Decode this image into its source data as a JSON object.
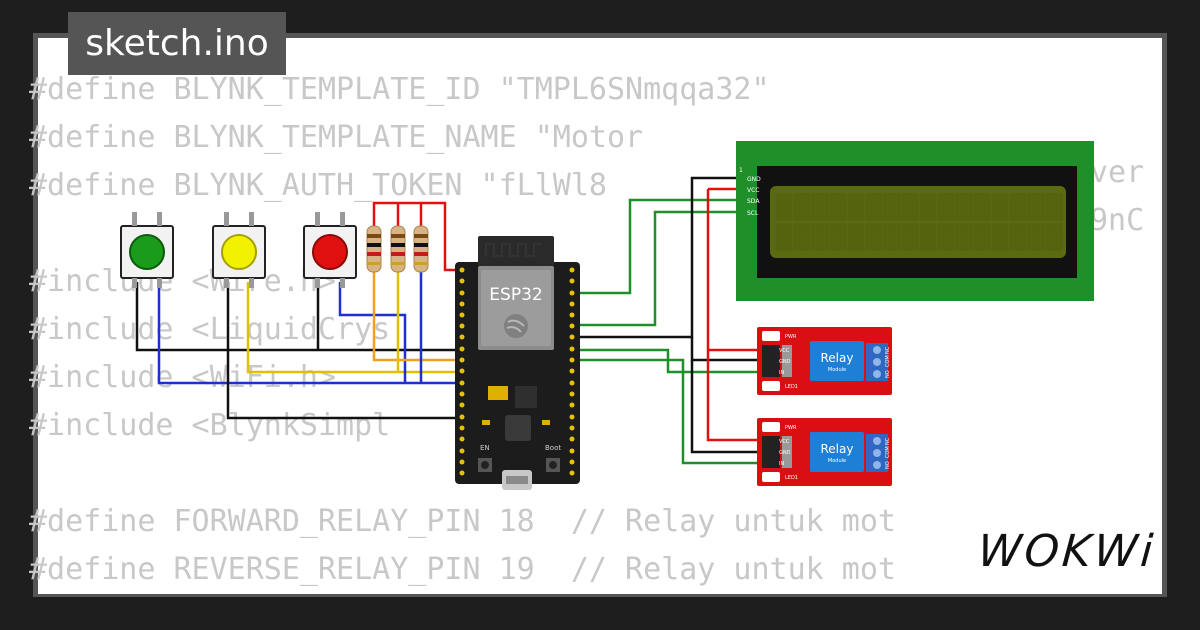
{
  "tab": {
    "filename": "sketch.ino"
  },
  "code_lines": [
    "#define BLYNK_TEMPLATE_ID \"TMPL6SNmqqa32\"",
    "#define BLYNK_TEMPLATE_NAME \"Motor",
    "#define BLYNK_AUTH_TOKEN \"fLlWl8",
    "",
    "#include <Wire.h>",
    "#include <LiquidCrys",
    "#include <WiFi.h>",
    "#include <BlynkSimpl",
    "",
    "#define FORWARD_RELAY_PIN 18  // Relay untuk mot",
    "#define REVERSE_RELAY_PIN 19  // Relay untuk mot"
  ],
  "code_fragments": {
    "line2_tail": "ver",
    "line3_tail": "9nC"
  },
  "esp32": {
    "label": "ESP32",
    "en_label": "EN",
    "boot_label": "Boot"
  },
  "lcd": {
    "pin_number": "1",
    "pins": [
      "GND",
      "VCC",
      "SDA",
      "SCL"
    ]
  },
  "relays": [
    {
      "label": "Relay",
      "sublabel": "Module",
      "pwr": "PWR",
      "led": "LED1",
      "pins": [
        "VCC",
        "GND",
        "IN"
      ],
      "terminal_labels": [
        "NO",
        "COM",
        "NC"
      ]
    },
    {
      "label": "Relay",
      "sublabel": "Module",
      "pwr": "PWR",
      "led": "LED1",
      "pins": [
        "VCC",
        "GND",
        "IN"
      ],
      "terminal_labels": [
        "NO",
        "COM",
        "NC"
      ]
    }
  ],
  "buttons": [
    {
      "color": "#1a9c1a",
      "name": "green"
    },
    {
      "color": "#f2f200",
      "name": "yellow"
    },
    {
      "color": "#e01010",
      "name": "red"
    }
  ],
  "brand": {
    "logo": "WOKWi"
  },
  "colors": {
    "background": "#1e1e1e",
    "code_text": "#c8c8c8",
    "lcd_board": "#1f8f2a",
    "lcd_screen": "#5a6a10",
    "relay_board": "#d90f12",
    "relay_module": "#1e7fd6"
  }
}
